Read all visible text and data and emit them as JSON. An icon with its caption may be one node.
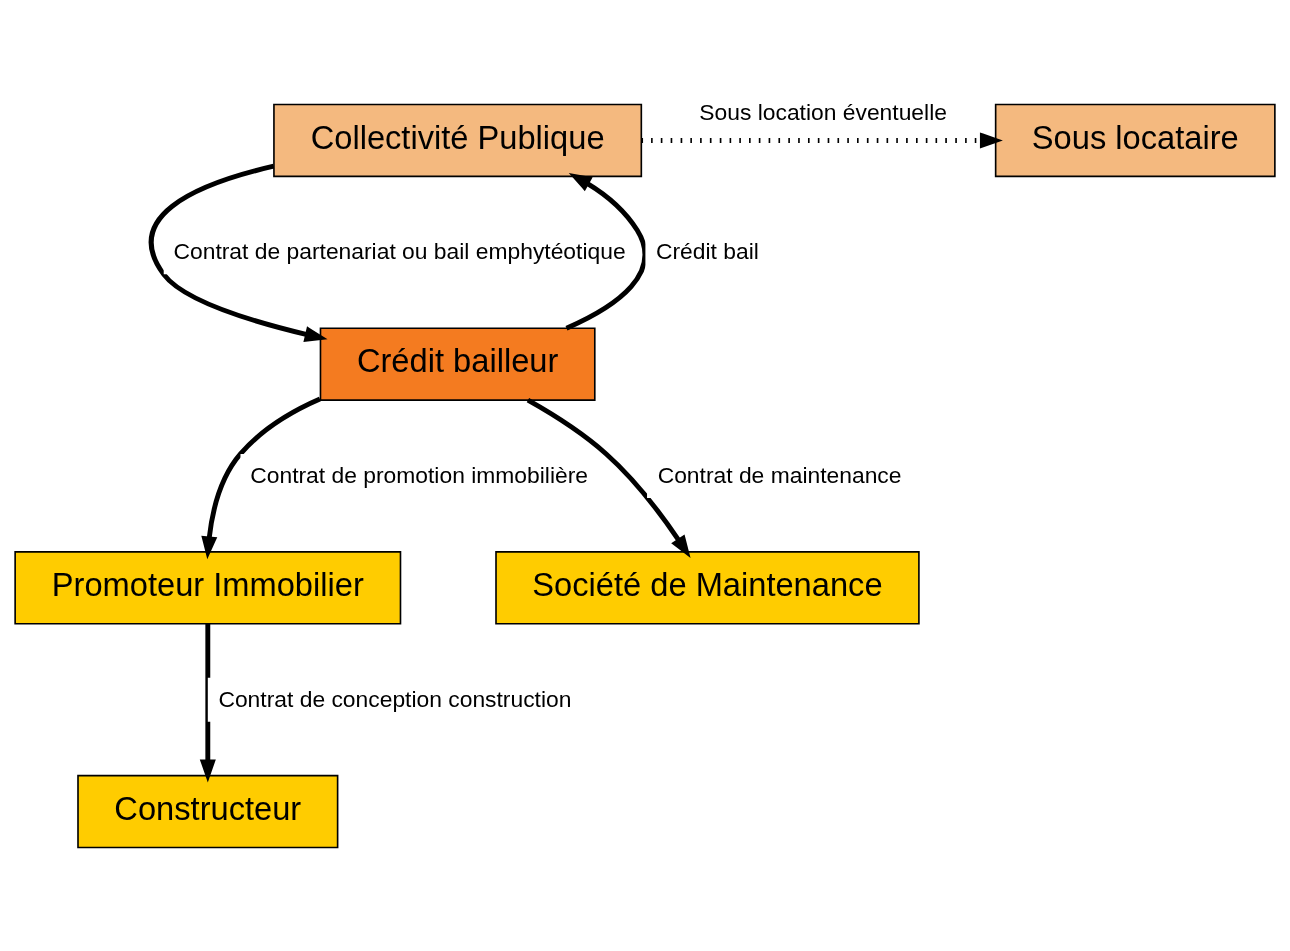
{
  "diagram": {
    "nodes": [
      {
        "text": [
          "Collectivité Publique"
        ]
      },
      {
        "text": [
          "Sous locataire"
        ]
      },
      {
        "text": [
          "Crédit bailleur"
        ]
      },
      {
        "text": [
          "Promoteur Immobilier"
        ]
      },
      {
        "text": [
          "Société de Maintenance"
        ]
      },
      {
        "text": [
          "Constructeur"
        ]
      }
    ],
    "edges": [
      {
        "from": 0,
        "to": 1,
        "arrow": "to",
        "label": "Sous location éventuelle",
        "style": "dashed"
      },
      {
        "from": 0,
        "to": 2,
        "arrow": "to",
        "label": "Contrat de partenariat ou bail emphytéotique"
      },
      {
        "from": 2,
        "to": 0,
        "arrow": "to",
        "label": "Crédit bail"
      },
      {
        "from": 2,
        "to": 3,
        "arrow": "to",
        "label": "Contrat de promotion immobilière"
      },
      {
        "from": 2,
        "to": 4,
        "arrow": "to",
        "label": "Contrat de maintenance"
      },
      {
        "from": 3,
        "to": 5,
        "arrow": "to",
        "label": "Contrat de conception construction"
      }
    ]
  }
}
